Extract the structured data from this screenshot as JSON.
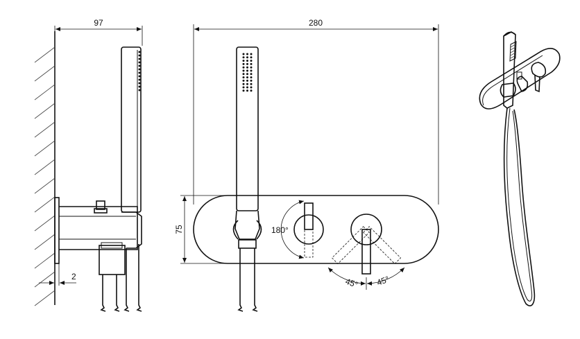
{
  "dimensions": {
    "depth": "97",
    "width": "280",
    "height": "75",
    "wall_gap": "2"
  },
  "angles": {
    "diverter_rotation": "180°",
    "mixer_left": "45°",
    "mixer_right": "45°"
  },
  "colors": {
    "line": "#111111",
    "background": "#ffffff"
  }
}
